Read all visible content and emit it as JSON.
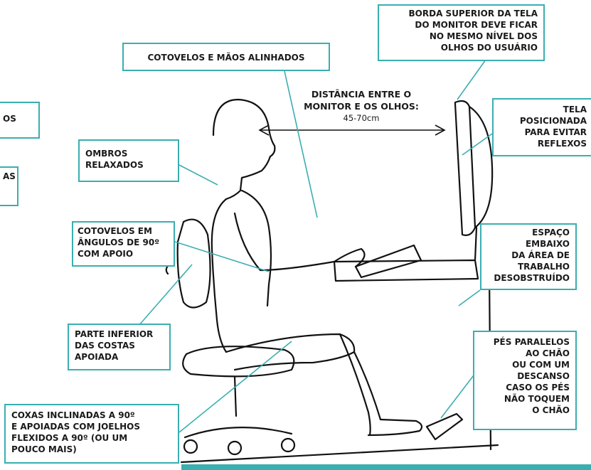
{
  "labels": {
    "monitor_top": [
      "BORDA SUPERIOR DA TELA",
      "DO MONITOR DEVE FICAR",
      "NO MESMO NÍVEL DOS",
      "OLHOS DO USUÁRIO"
    ],
    "elbows_hands": [
      "COTOVELOS E MÃOS ALINHADOS"
    ],
    "screen_glare": [
      "TELA",
      "POSICIONADA",
      "PARA EVITAR",
      "REFLEXOS"
    ],
    "shoulders": [
      "OMBROS",
      "RELAXADOS"
    ],
    "elbows_90": [
      "COTOVELOS EM",
      "ÂNGULOS DE 90º",
      "COM APOIO"
    ],
    "space_under": [
      "ESPAÇO",
      "EMBAIXO",
      "DA ÁREA DE",
      "TRABALHO",
      "DESOBSTRUÍDO"
    ],
    "lower_back": [
      "PARTE INFERIOR",
      "DAS COSTAS",
      "APOIADA"
    ],
    "feet": [
      "PÉS PARALELOS",
      "AO CHÃO",
      "OU COM UM",
      "DESCANSO",
      "CASO OS PÉS",
      "NÃO TOQUEM",
      "O CHÃO"
    ],
    "thighs": [
      "COXAS INCLINADAS A 90º",
      "E APOIADAS COM JOELHOS",
      "FLEXIDOS A 90º (OU UM",
      "POUCO MAIS)"
    ],
    "cut_left_1": "OS",
    "cut_left_2": "AS"
  },
  "distance_note": {
    "title_line1": "DISTÂNCIA ENTRE O",
    "title_line2": "MONITOR E OS OLHOS:",
    "value": "45-70cm"
  },
  "colors": {
    "accent": "#3aaeb0",
    "ink": "#111111"
  }
}
